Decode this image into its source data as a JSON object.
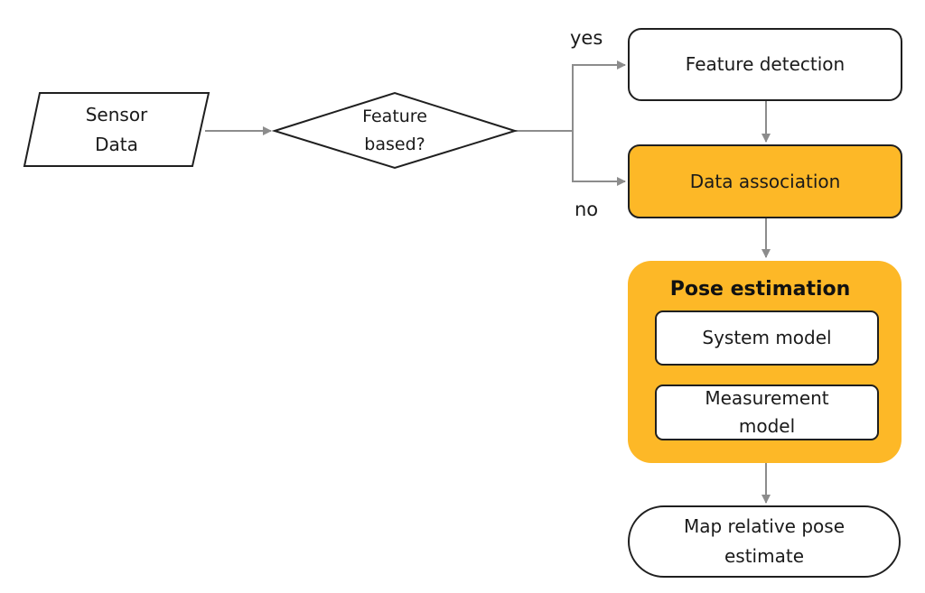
{
  "colors": {
    "highlight": "#FDB827",
    "stroke": "#1F1F1F",
    "arrow": "#8C8C8C",
    "background": "#FFFFFF"
  },
  "nodes": {
    "sensor_data": "Sensor\nData",
    "feature_based": "Feature\nbased?",
    "feature_detection": "Feature detection",
    "data_association": "Data association",
    "pose_estimation": {
      "title": "Pose estimation",
      "system_model": "System model",
      "measurement_model": "Measurement\nmodel"
    },
    "map_relative_pose": "Map relative pose\nestimate"
  },
  "edges": {
    "yes": "yes",
    "no": "no"
  }
}
